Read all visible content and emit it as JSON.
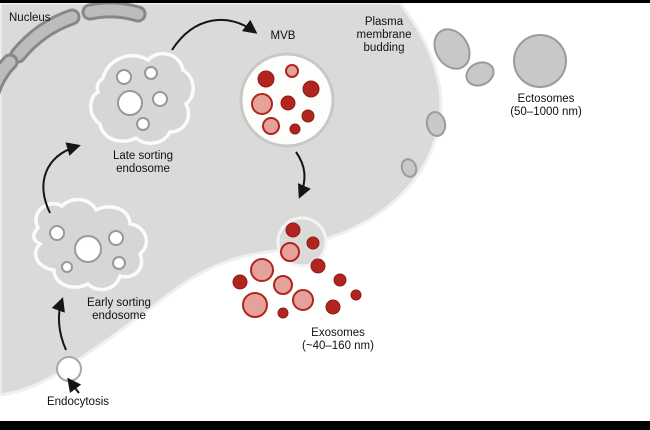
{
  "diagram": {
    "labels": {
      "nucleus": "Nucleus",
      "late_endosome": [
        "Late sorting",
        "endosome"
      ],
      "mvb": "MVB",
      "plasma_membrane_budding": [
        "Plasma",
        "membrane",
        "budding"
      ],
      "ectosomes": [
        "Ectosomes",
        "(50–1000 nm)"
      ],
      "early_endosome": [
        "Early sorting",
        "endosome"
      ],
      "exosomes": [
        "Exosomes",
        "(~40–160 nm)"
      ],
      "endocytosis": "Endocytosis"
    },
    "colors": {
      "cell_fill": "#dadad8",
      "membrane_stroke": "#f0f0ee",
      "vesicle_white": "#ffffff",
      "vesicle_gray": "#c8c8c6",
      "outline_gray": "#9b9b99",
      "red_solid": "#b2251f",
      "red_light": "#e5a29a",
      "arrow_black": "#151515",
      "text_black": "#111111",
      "frame_black": "#000000"
    }
  }
}
